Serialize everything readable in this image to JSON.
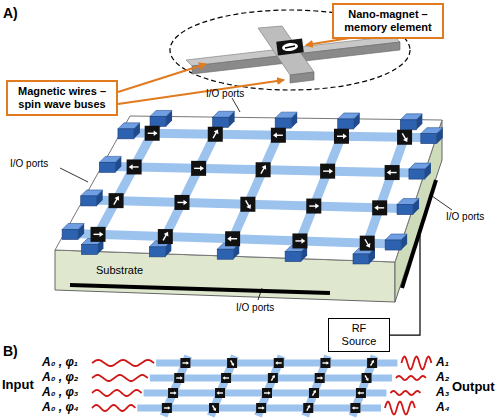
{
  "diagram": {
    "nodes": [
      {
        "text": [
          "Nano-magnet – memory element"
        ]
      },
      {
        "text": [
          "Magnetic wires – spin wave buses"
        ]
      },
      {
        "text": [
          "RF Source"
        ]
      }
    ],
    "labels": [
      "A)",
      "I/O ports",
      "I/O ports",
      "I/O ports",
      "Substrate",
      "I/O ports",
      "B)",
      "Input",
      "A₀ , φ₁",
      "A₀ , φ₂",
      "A₀ , φ₃",
      "A₀ , φ₄",
      "A₁",
      "Output",
      "A₂",
      "A₃",
      "A₄"
    ]
  }
}
